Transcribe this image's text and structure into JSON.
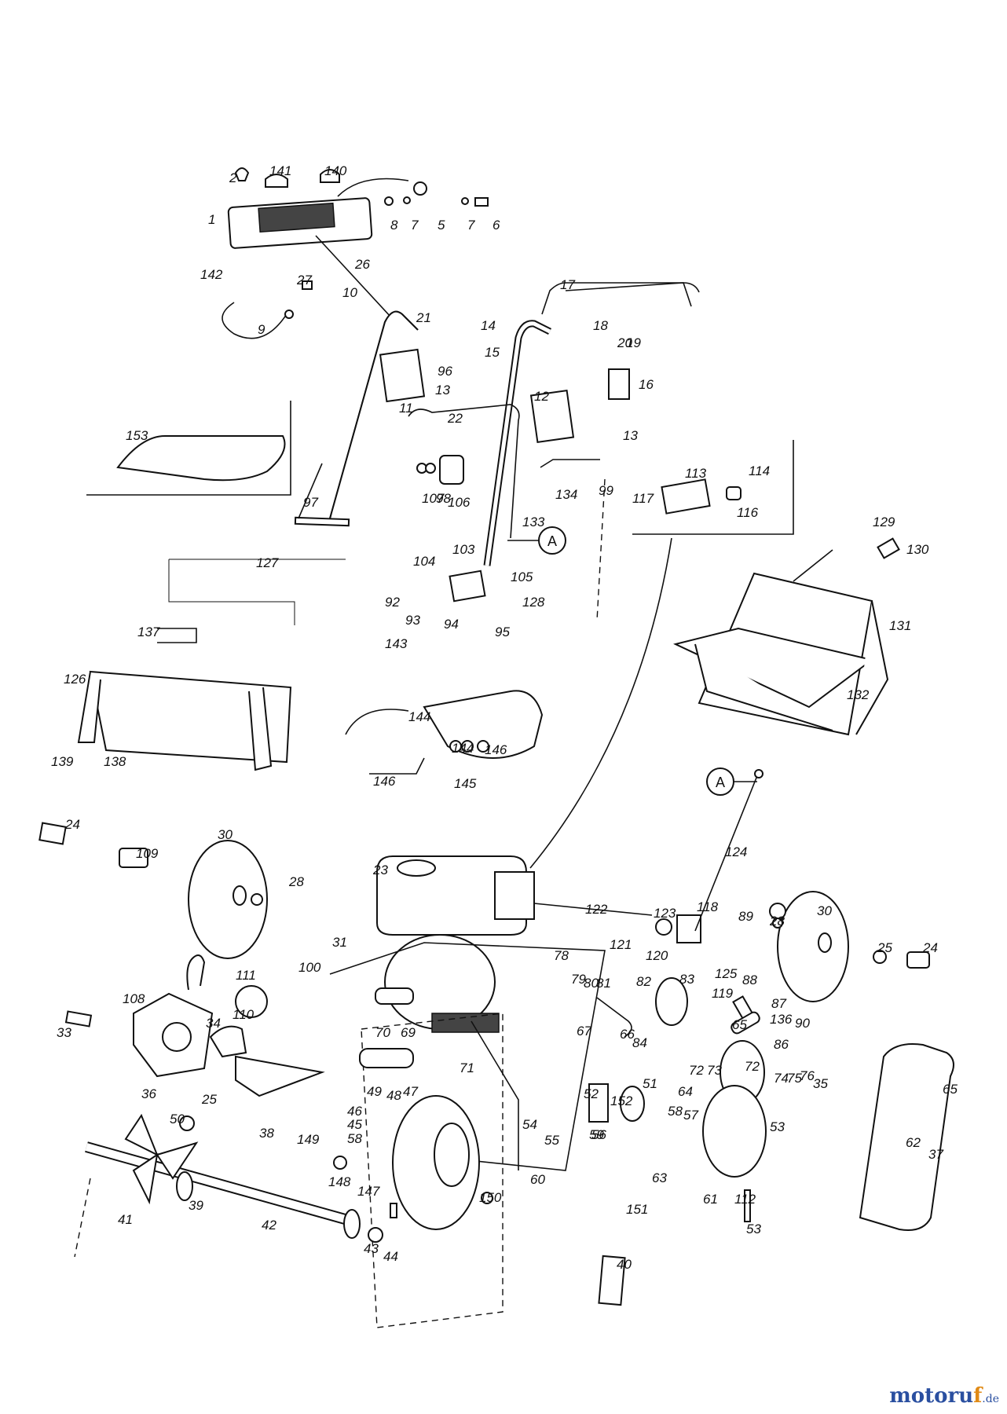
{
  "callouts": {
    "a_top": "A",
    "a_bottom": "A"
  },
  "labels": [
    "2",
    "141",
    "140",
    "1",
    "8",
    "7",
    "5",
    "7",
    "6",
    "142",
    "27",
    "26",
    "10",
    "9",
    "17",
    "21",
    "14",
    "18",
    "19",
    "20",
    "96",
    "15",
    "16",
    "13",
    "11",
    "12",
    "13",
    "153",
    "22",
    "107",
    "98",
    "106",
    "134",
    "99",
    "97",
    "133",
    "113",
    "114",
    "117",
    "116",
    "127",
    "104",
    "103",
    "105",
    "92",
    "93",
    "94",
    "95",
    "128",
    "129",
    "130",
    "131",
    "132",
    "137",
    "126",
    "139",
    "138",
    "143",
    "144",
    "146",
    "144",
    "146",
    "145",
    "24",
    "109",
    "30",
    "28",
    "23",
    "122",
    "118",
    "123",
    "89",
    "28",
    "30",
    "25",
    "24",
    "124",
    "121",
    "120",
    "31",
    "100",
    "111",
    "108",
    "34",
    "33",
    "110",
    "70",
    "69",
    "78",
    "79",
    "80",
    "81",
    "82",
    "83",
    "119",
    "125",
    "88",
    "87",
    "136",
    "90",
    "86",
    "65",
    "67",
    "66",
    "84",
    "152",
    "71",
    "72",
    "73",
    "72",
    "74",
    "75",
    "76",
    "35",
    "36",
    "25",
    "50",
    "49",
    "48",
    "47",
    "46",
    "45",
    "58",
    "51",
    "64",
    "65",
    "52",
    "58",
    "57",
    "56",
    "59",
    "53",
    "54",
    "55",
    "63",
    "62",
    "37",
    "38",
    "149",
    "148",
    "147",
    "60",
    "61",
    "112",
    "53",
    "150",
    "151",
    "40",
    "41",
    "39",
    "42",
    "43",
    "44"
  ],
  "watermark": {
    "brand": "motoru",
    "accent": "f",
    "tld": ".de"
  },
  "colors": {
    "ink": "#111111",
    "brand_blue": "#2a4fa0",
    "brand_orange": "#e08a16"
  }
}
